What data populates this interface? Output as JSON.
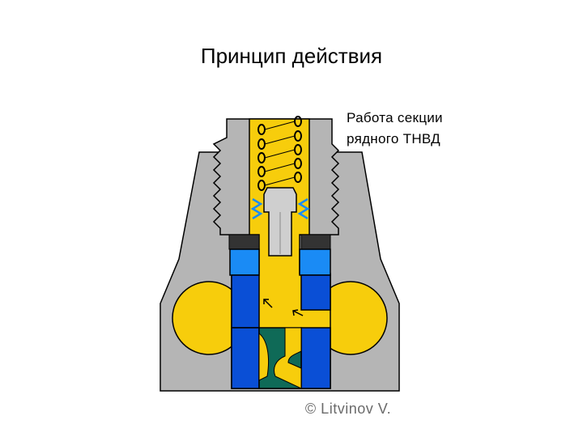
{
  "title": "Принцип действия",
  "caption": {
    "line1": "Работа секции",
    "line2": "рядного ТНВД"
  },
  "credit": "© Litvinov V.",
  "colors": {
    "housing": "#b5b5b5",
    "fuel": "#f7cd0c",
    "plunger": "#0a4fd6",
    "sleeve_top": "#1a8bf5",
    "seal": "#333333",
    "rotating_part": "#0f6a57",
    "outline": "#000000"
  }
}
